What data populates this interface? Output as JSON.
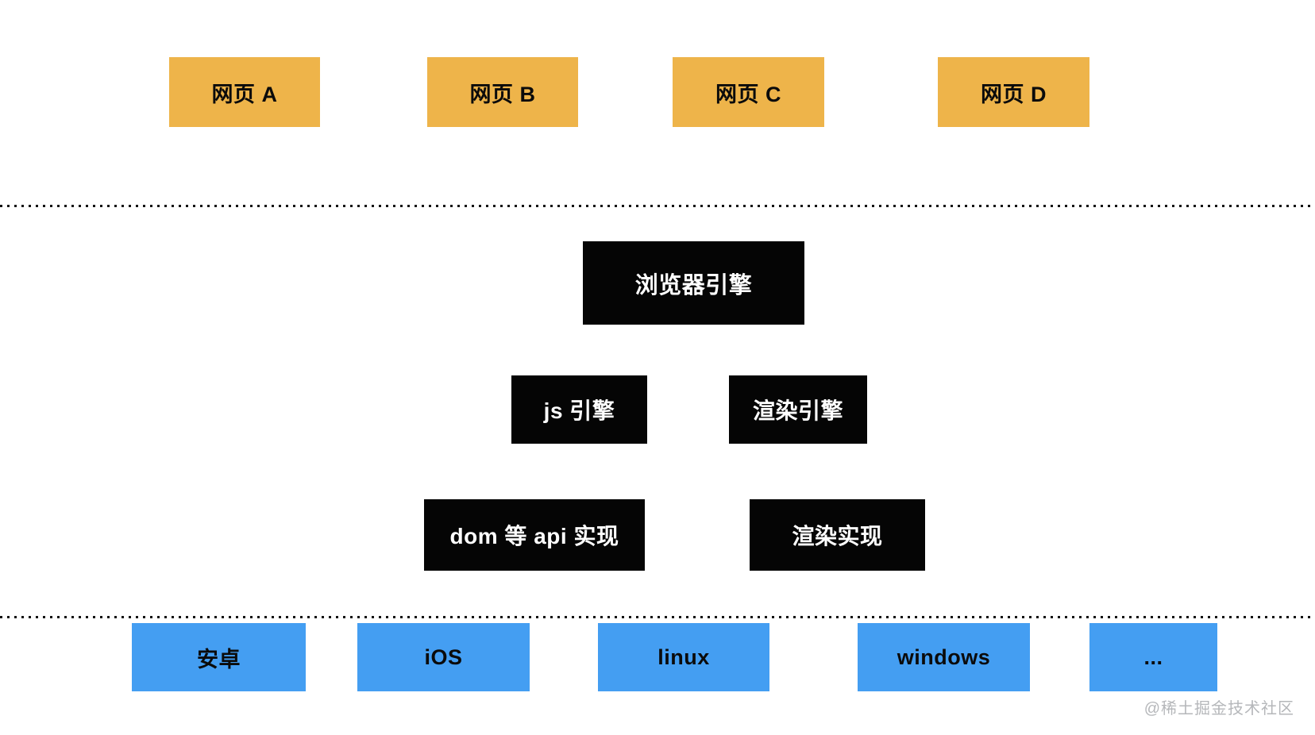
{
  "colors": {
    "background": "#ffffff",
    "web_box_bg": "#eeb44a",
    "engine_box_bg": "#050505",
    "os_box_bg": "#449ef2",
    "engine_text": "#ffffff",
    "node_text": "#0b0b0b",
    "dot_color": "#111111",
    "watermark_color": "#b5b7ba"
  },
  "web_pages": [
    {
      "label": "网页 A"
    },
    {
      "label": "网页 B"
    },
    {
      "label": "网页 C"
    },
    {
      "label": "网页 D"
    }
  ],
  "engine_layer": {
    "root": {
      "label": "浏览器引擎"
    },
    "engines": [
      {
        "label": "js 引擎"
      },
      {
        "label": "渲染引擎"
      }
    ],
    "implementations": [
      {
        "label": "dom 等 api 实现"
      },
      {
        "label": "渲染实现"
      }
    ]
  },
  "platforms": [
    {
      "label": "安卓"
    },
    {
      "label": "iOS"
    },
    {
      "label": "linux"
    },
    {
      "label": "windows"
    },
    {
      "label": "..."
    }
  ],
  "watermark": {
    "text": "@稀土掘金技术社区"
  }
}
